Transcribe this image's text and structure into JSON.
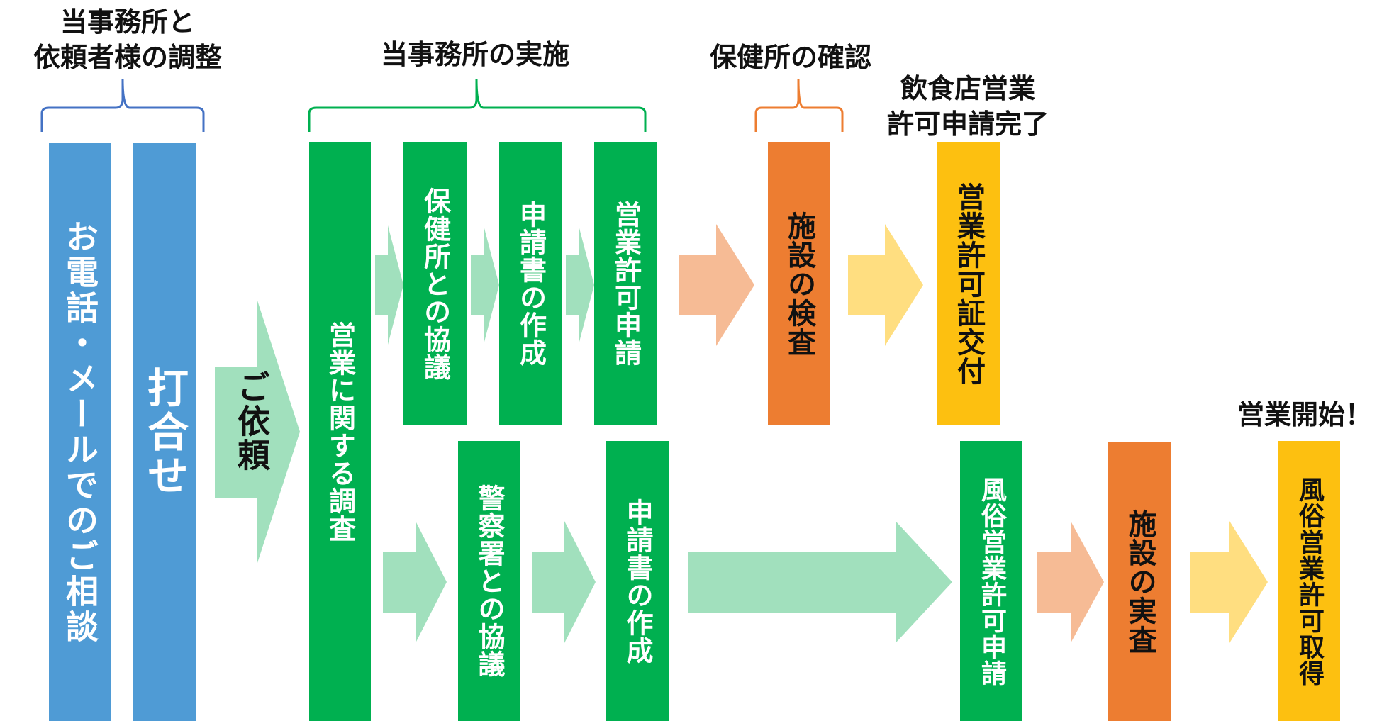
{
  "colors": {
    "blue": "#4f9bd5",
    "green": "#00b050",
    "orange": "#ed7d31",
    "yellow": "#fdc010",
    "arrow_green": "#a1e0bd",
    "arrow_orange": "#f6bb95",
    "arrow_yellow": "#ffde80"
  },
  "headers": {
    "coordination": [
      "当事務所と",
      "依頼者様の調整"
    ],
    "office": "当事務所の実施",
    "health_center": "保健所の確認",
    "restaurant_done": [
      "飲食店営業",
      "許可申請完了"
    ],
    "business_start": "営業開始！"
  },
  "boxes": {
    "phone_mail": "お電話・メールでのご相談",
    "meeting": "打合せ",
    "request_arrow": "ご依頼",
    "business_survey": "営業に関する調査",
    "health_consult": "保健所との協議",
    "application_docs_1": "申請書の作成",
    "business_permit_app": "営業許可申請",
    "facility_inspection": "施設の検査",
    "permit_issued": "営業許可証交付",
    "police_consult": "警察署との協議",
    "application_docs_2": "申請書の作成",
    "adult_permit_app": "風俗営業許可申請",
    "facility_survey": "施設の実査",
    "adult_permit_obtained": "風俗営業許可取得"
  }
}
